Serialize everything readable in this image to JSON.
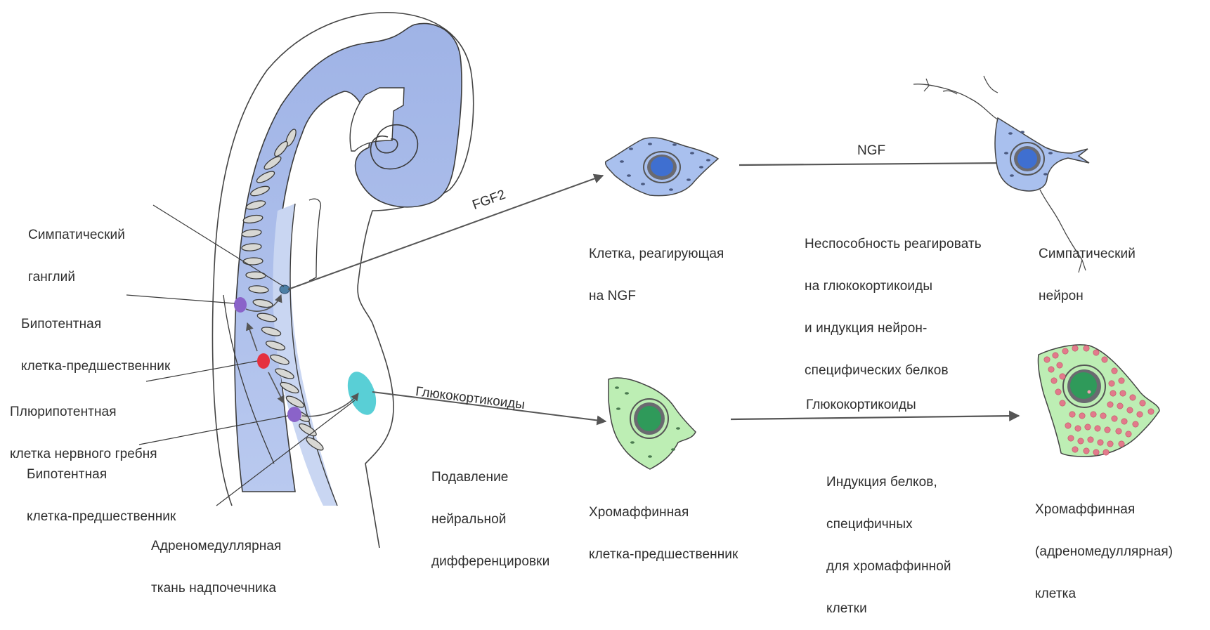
{
  "colors": {
    "embryo_fill": "#9fb3e6",
    "embryo_fill_light": "#c9d6f2",
    "somite_fill": "#d8d8d4",
    "outline": "#3a3a3a",
    "arrow": "#555555",
    "nerve_cell_fill": "#a9c0ee",
    "nerve_nucleus": "#3f6fd0",
    "chromaffin_fill": "#bdeeb4",
    "chromaffin_nucleus": "#2f9a5a",
    "granule": "#e27a8c",
    "bipotent_cell": "#8a63c9",
    "pluripotent_cell": "#e5303f",
    "adrenal_tissue": "#59cfd6",
    "ganglion": "#4d7fa5"
  },
  "left_labels": {
    "sympathetic_ganglion": [
      "Симпатический",
      "ганглий"
    ],
    "bipotent_upper": [
      "Бипотентная",
      "клетка-предшественник"
    ],
    "pluripotent": [
      "Плюрипотентная",
      "клетка нервного гребня"
    ],
    "bipotent_lower": [
      "Бипотентная",
      "клетка-предшественник"
    ],
    "adrenal_tissue": [
      "Адреномедуллярная",
      "ткань надпочечника"
    ]
  },
  "top_path": {
    "arrow1_label": "FGF2",
    "cell1_label": [
      "Клетка, реагирующая",
      "на NGF"
    ],
    "arrow2_label": "NGF",
    "arrow2_description": [
      "Неспособность реагировать",
      "на глюкокортикоиды",
      "и индукция нейрон-",
      "специфических белков"
    ],
    "cell2_label": [
      "Симпатический",
      "нейрон"
    ]
  },
  "bottom_path": {
    "arrow1_label": "Глюкокортикоиды",
    "arrow1_description": [
      "Подавление",
      "нейральной",
      "дифференцировки"
    ],
    "cell1_label": [
      "Хромаффинная",
      "клетка-предшественник"
    ],
    "arrow2_label": "Глюкокортикоиды",
    "arrow2_description": [
      "Индукция белков,",
      "специфичных",
      "для хромаффинной",
      "клетки"
    ],
    "cell2_label": [
      "Хромаффинная",
      "(адреномедуллярная)",
      "клетка"
    ]
  }
}
